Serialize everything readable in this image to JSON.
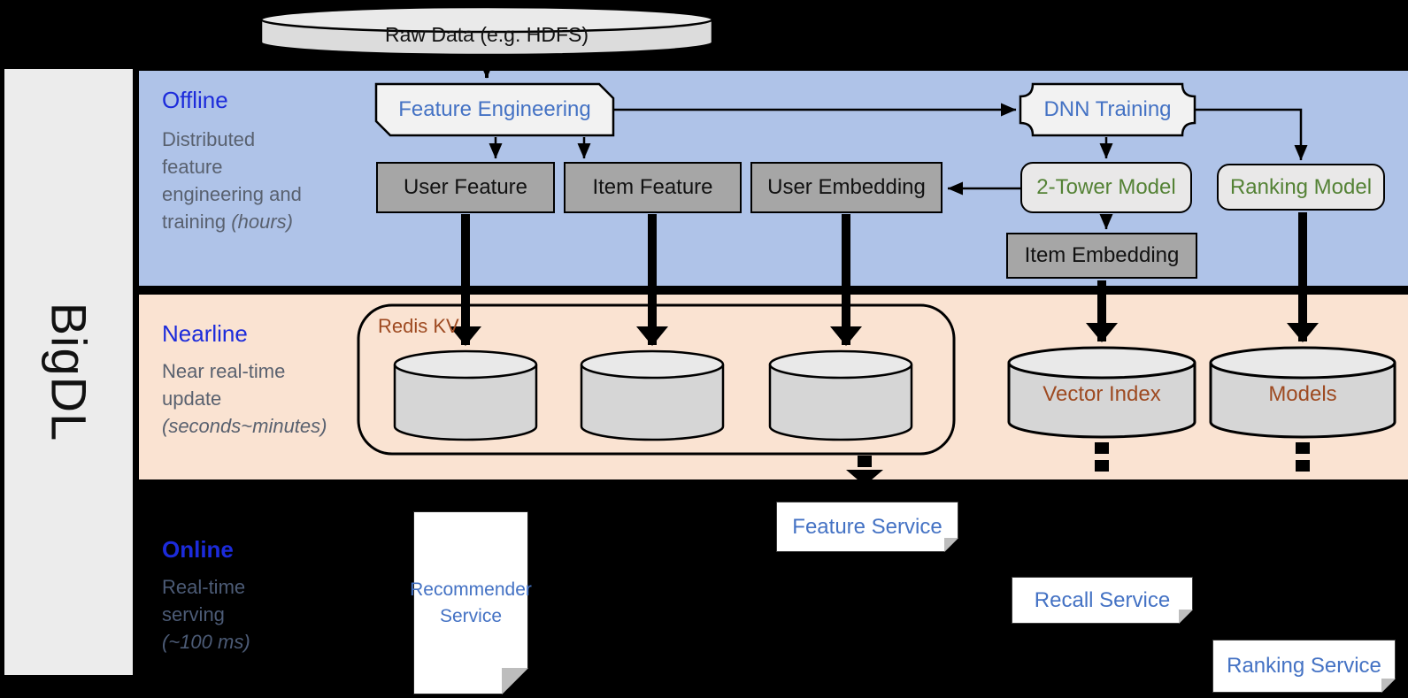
{
  "colors": {
    "accent_blue": "#4472C4",
    "section_blue": "#1C2BDB",
    "green": "#548235",
    "brown": "#9E4A21",
    "band_offline": "#AFC3E8",
    "band_nearline": "#FAE3D2",
    "muted": "#59616F",
    "muted_online": "#4C5B76"
  },
  "brand": "BigDL",
  "source": {
    "label": "Raw Data (e.g. HDFS)"
  },
  "offline": {
    "title": "Offline",
    "lines": [
      "Distributed",
      "feature",
      "engineering and"
    ],
    "last": "training ",
    "last_italic": "(hours)",
    "nodes": {
      "feature_engineering": "Feature Engineering",
      "user_feature": "User Feature",
      "item_feature": "Item Feature",
      "user_embedding": "User Embedding",
      "dnn_training": "DNN Training",
      "two_tower_model": "2-Tower Model",
      "ranking_model": "Ranking Model",
      "item_embedding": "Item Embedding"
    }
  },
  "nearline": {
    "title": "Nearline",
    "lines": [
      "Near real-time",
      "update"
    ],
    "italic_line": "(seconds~minutes)",
    "nodes": {
      "redis_kv": "Redis KV",
      "vector_index": "Vector Index",
      "models": "Models"
    }
  },
  "online": {
    "title": "Online",
    "lines": [
      "Real-time",
      "serving"
    ],
    "italic_line": "(~100 ms)",
    "nodes": {
      "recommender_service": "Recommender Service",
      "feature_service": "Feature Service",
      "recall_service": "Recall Service",
      "ranking_service": "Ranking Service"
    }
  }
}
